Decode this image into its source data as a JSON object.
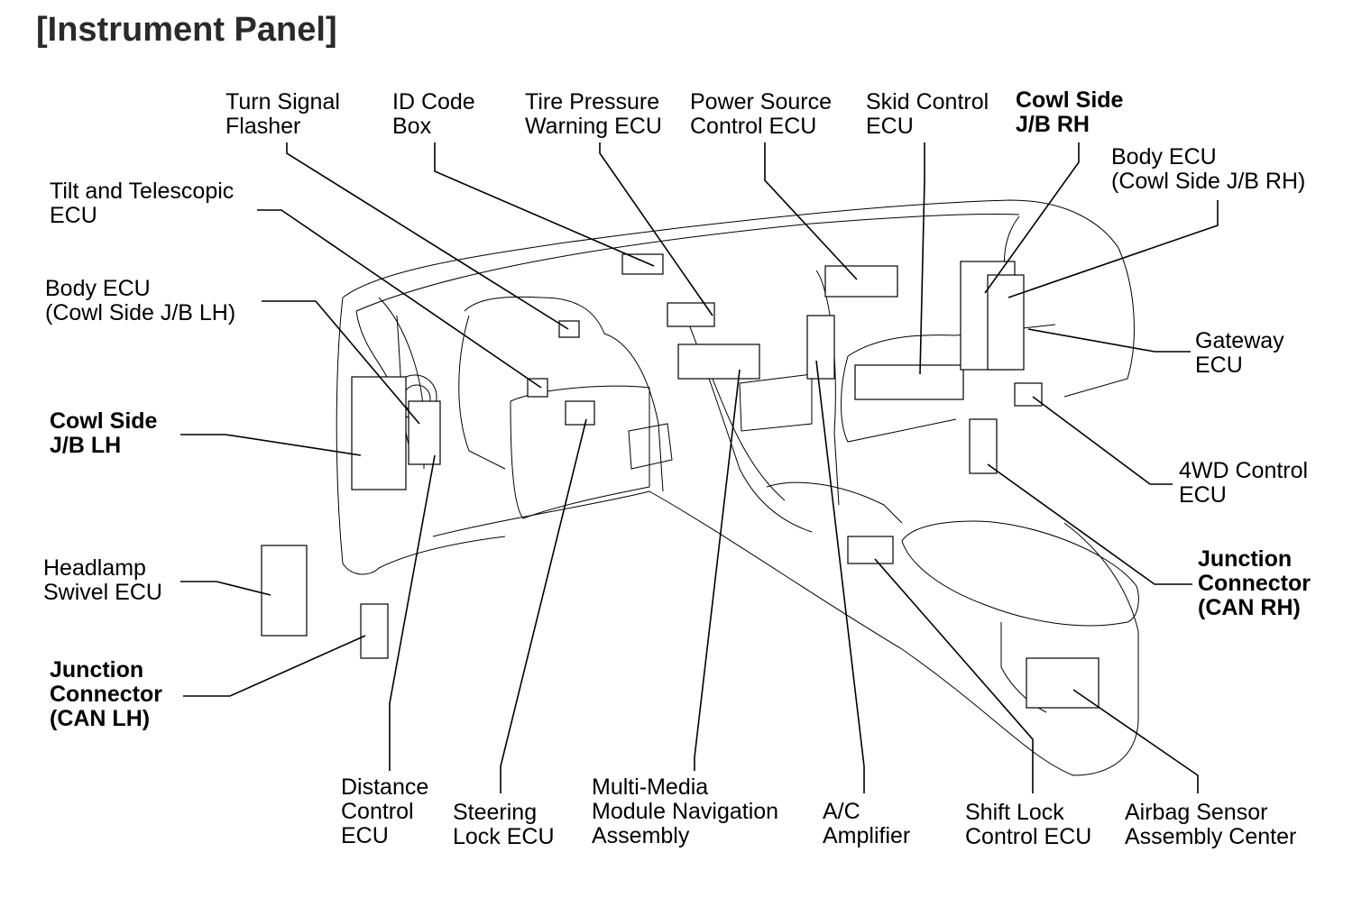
{
  "title": "[Instrument Panel]",
  "labels": {
    "turn_signal_flasher": {
      "line1": "Turn Signal",
      "line2": "Flasher"
    },
    "id_code_box": {
      "line1": "ID Code",
      "line2": "Box"
    },
    "tire_pressure_warning_ecu": {
      "line1": "Tire Pressure",
      "line2": "Warning ECU"
    },
    "power_source_control_ecu": {
      "line1": "Power Source",
      "line2": "Control ECU"
    },
    "skid_control_ecu": {
      "line1": "Skid Control",
      "line2": "ECU"
    },
    "cowl_side_jb_rh": {
      "line1": "Cowl Side",
      "line2": "J/B RH"
    },
    "body_ecu_rh": {
      "line1": "Body ECU",
      "line2": "(Cowl Side J/B RH)"
    },
    "tilt_telescopic_ecu": {
      "line1": "Tilt and Telescopic",
      "line2": "ECU"
    },
    "body_ecu_lh": {
      "line1": "Body ECU",
      "line2": "(Cowl Side J/B LH)"
    },
    "cowl_side_jb_lh": {
      "line1": "Cowl Side",
      "line2": "J/B LH"
    },
    "headlamp_swivel_ecu": {
      "line1": "Headlamp",
      "line2": "Swivel ECU"
    },
    "junction_connector_can_lh": {
      "line1": "Junction",
      "line2": "Connector",
      "line3": "(CAN LH)"
    },
    "gateway_ecu": {
      "line1": "Gateway",
      "line2": "ECU"
    },
    "4wd_control_ecu": {
      "line1": "4WD Control",
      "line2": "ECU"
    },
    "junction_connector_can_rh": {
      "line1": "Junction",
      "line2": "Connector",
      "line3": "(CAN RH)"
    },
    "distance_control_ecu": {
      "line1": "Distance",
      "line2": "Control",
      "line3": "ECU"
    },
    "steering_lock_ecu": {
      "line1": "Steering",
      "line2": "Lock ECU"
    },
    "multi_media_module": {
      "line1": "Multi-Media",
      "line2": "Module Navigation",
      "line3": "Assembly"
    },
    "ac_amplifier": {
      "line1": "A/C",
      "line2": "Amplifier"
    },
    "shift_lock_control_ecu": {
      "line1": "Shift Lock",
      "line2": "Control ECU"
    },
    "airbag_sensor_assembly_center": {
      "line1": "Airbag Sensor",
      "line2": "Assembly Center"
    }
  }
}
